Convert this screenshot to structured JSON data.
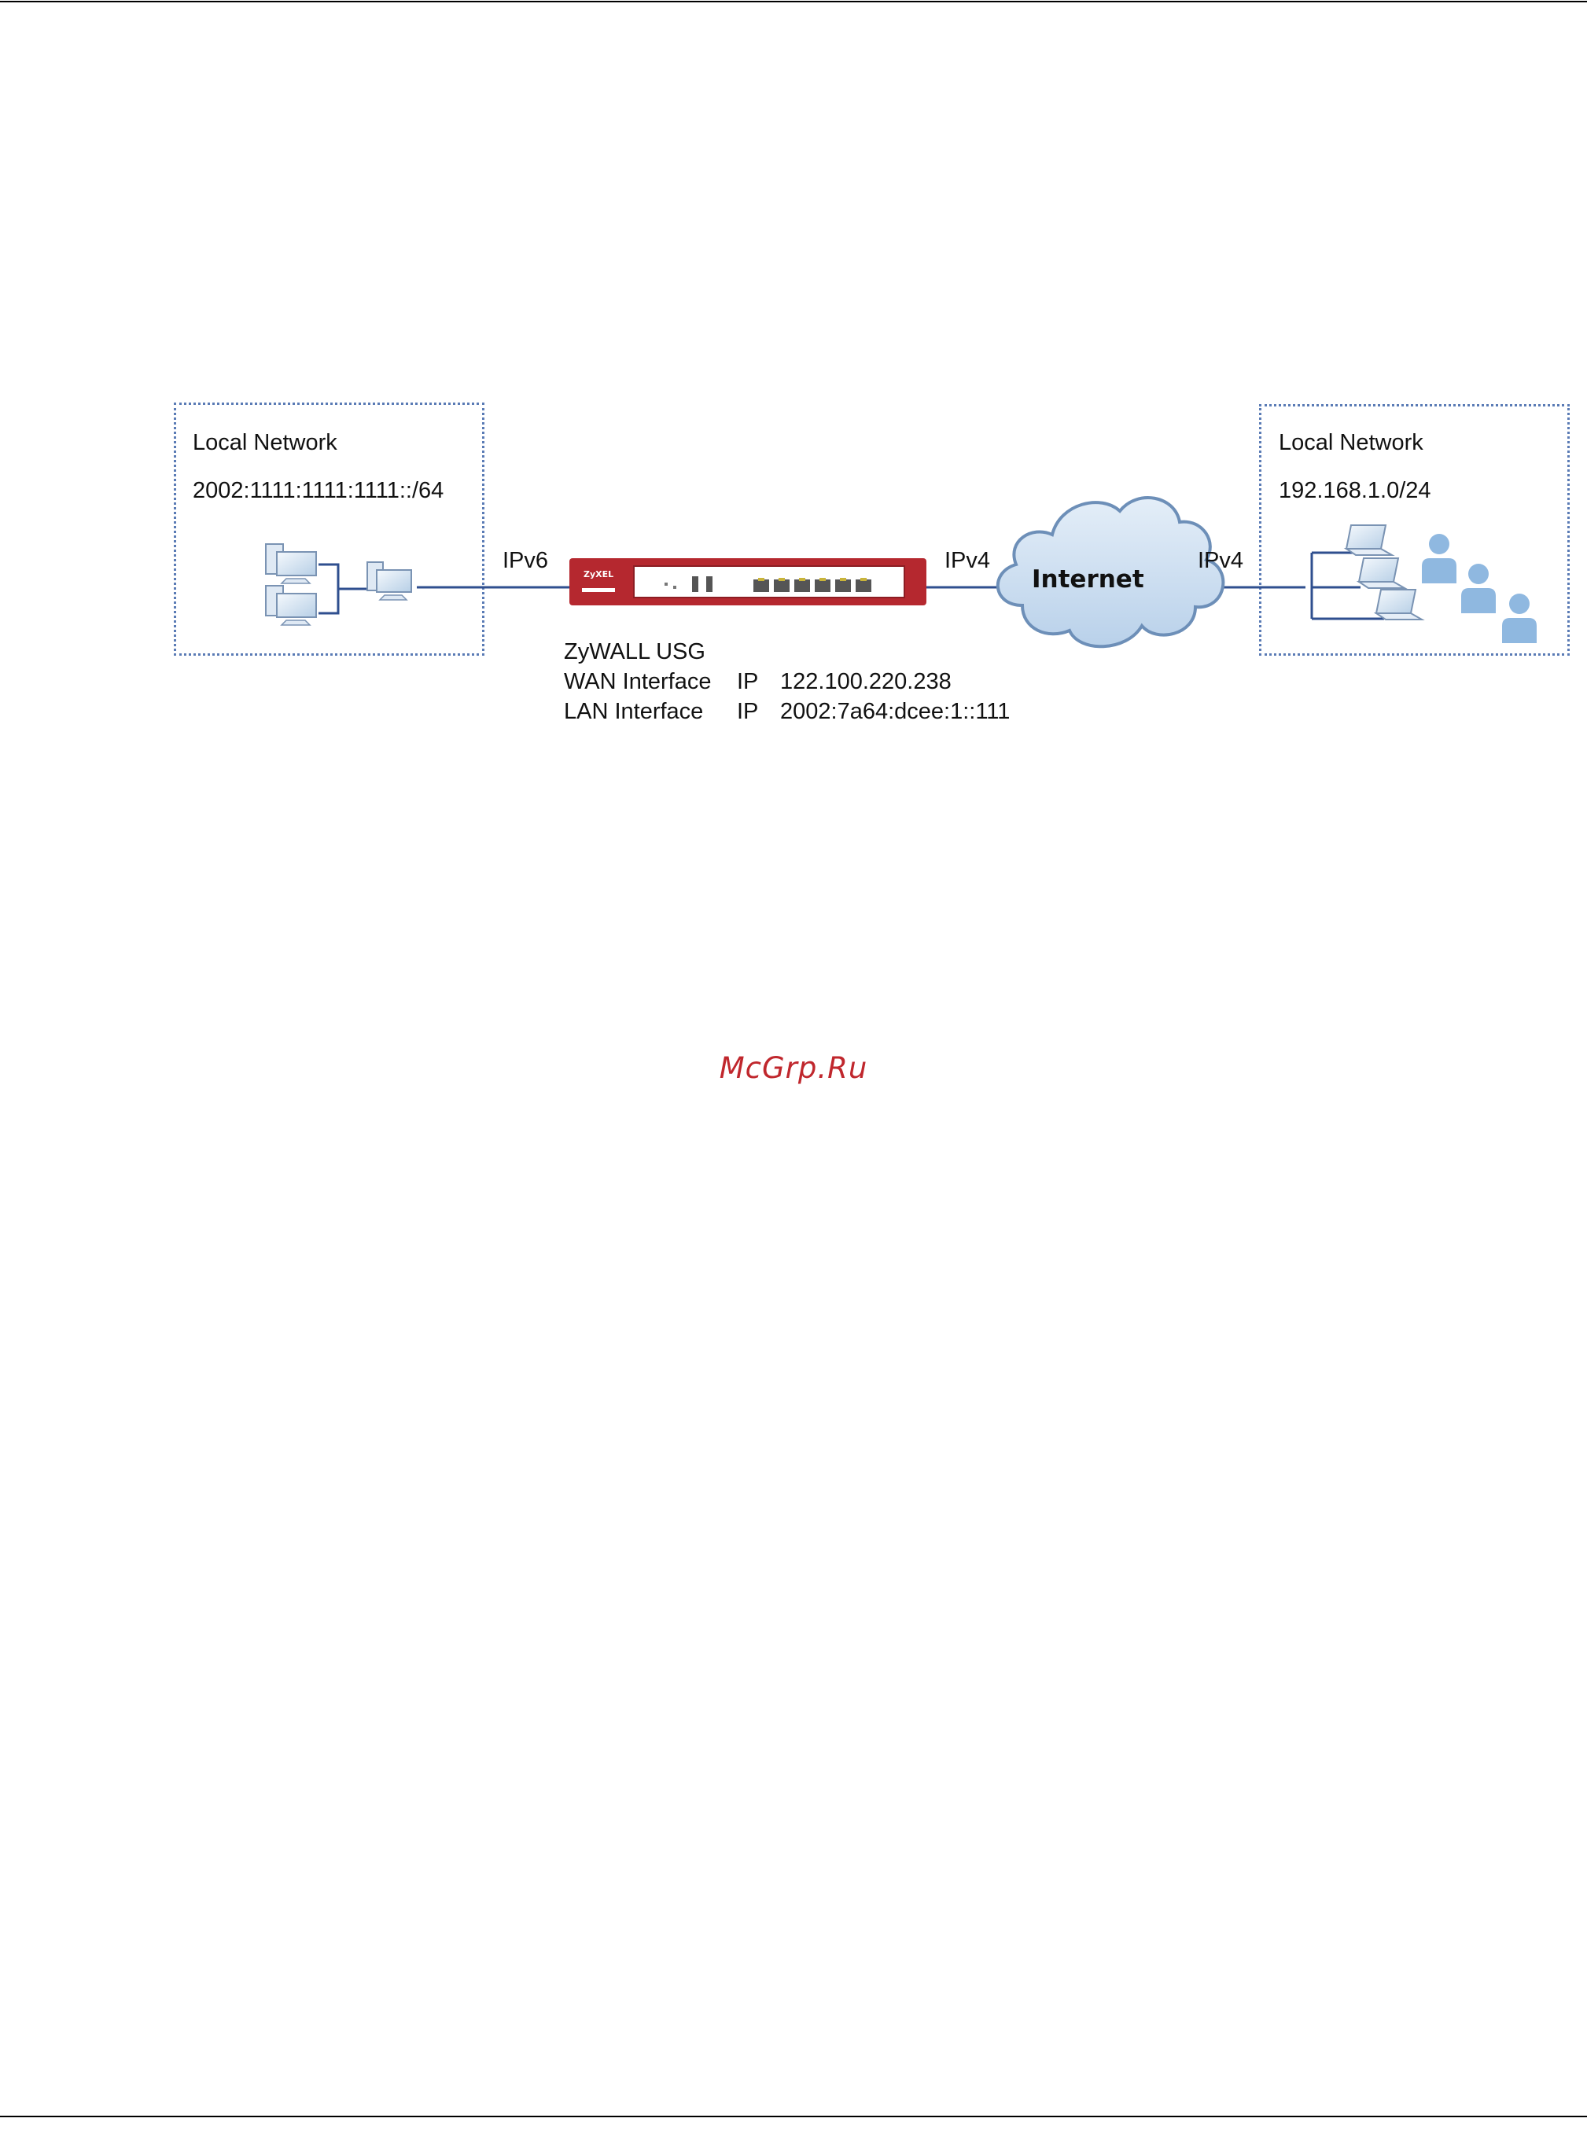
{
  "diagram": {
    "left_network": {
      "title": "Local Network",
      "subnet": "2002:1111:1111:1111::/64"
    },
    "right_network": {
      "title": "Local Network",
      "subnet": "192.168.1.0/24"
    },
    "links": {
      "left_protocol": "IPv6",
      "wan_protocol": "IPv4",
      "right_protocol": "IPv4"
    },
    "cloud": {
      "label": "Internet"
    },
    "device": {
      "name": "ZyWALL USG",
      "brand": "ZyXEL",
      "wan_label": "WAN Interface",
      "wan_ip_label": "IP",
      "wan_ip": "122.100.220.238",
      "lan_label": "LAN Interface",
      "lan_ip_label": "IP",
      "lan_ip": "2002:7a64:dcee:1::111"
    },
    "icons": {
      "left_hosts": "desktop-computer-icon",
      "right_hosts": "laptop-icon",
      "users": "user-icon",
      "cloud": "cloud-icon",
      "router": "router-icon"
    },
    "colors": {
      "link": "#2f4f8f",
      "device_body": "#b5282f",
      "box_border": "#5a7bb5",
      "cloud_fill": "#c9dcee",
      "user_fill": "#8fb8e0"
    }
  },
  "watermark": "McGrp.Ru"
}
